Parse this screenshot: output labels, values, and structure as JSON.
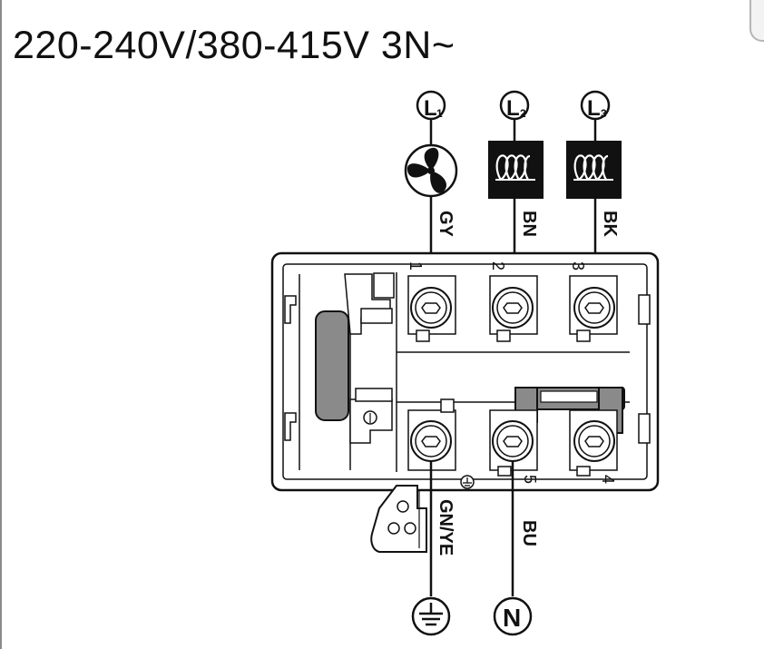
{
  "title": "220-240V/380-415V 3N~",
  "terminals": {
    "l1": "L",
    "l1_sub": "1",
    "l2": "L",
    "l2_sub": "2",
    "l3": "L",
    "l3_sub": "3",
    "neutral": "N"
  },
  "wires": {
    "gy": "GY",
    "bn": "BN",
    "bk": "BK",
    "bu": "BU",
    "gnye": "GN/YE"
  },
  "screws": {
    "s1": "1",
    "s2": "2",
    "s3": "3",
    "s4": "4",
    "s5": "5"
  },
  "icons": {
    "fan": "fan-icon",
    "heater": "heating-coil-icon",
    "earth": "earth-ground-icon"
  }
}
